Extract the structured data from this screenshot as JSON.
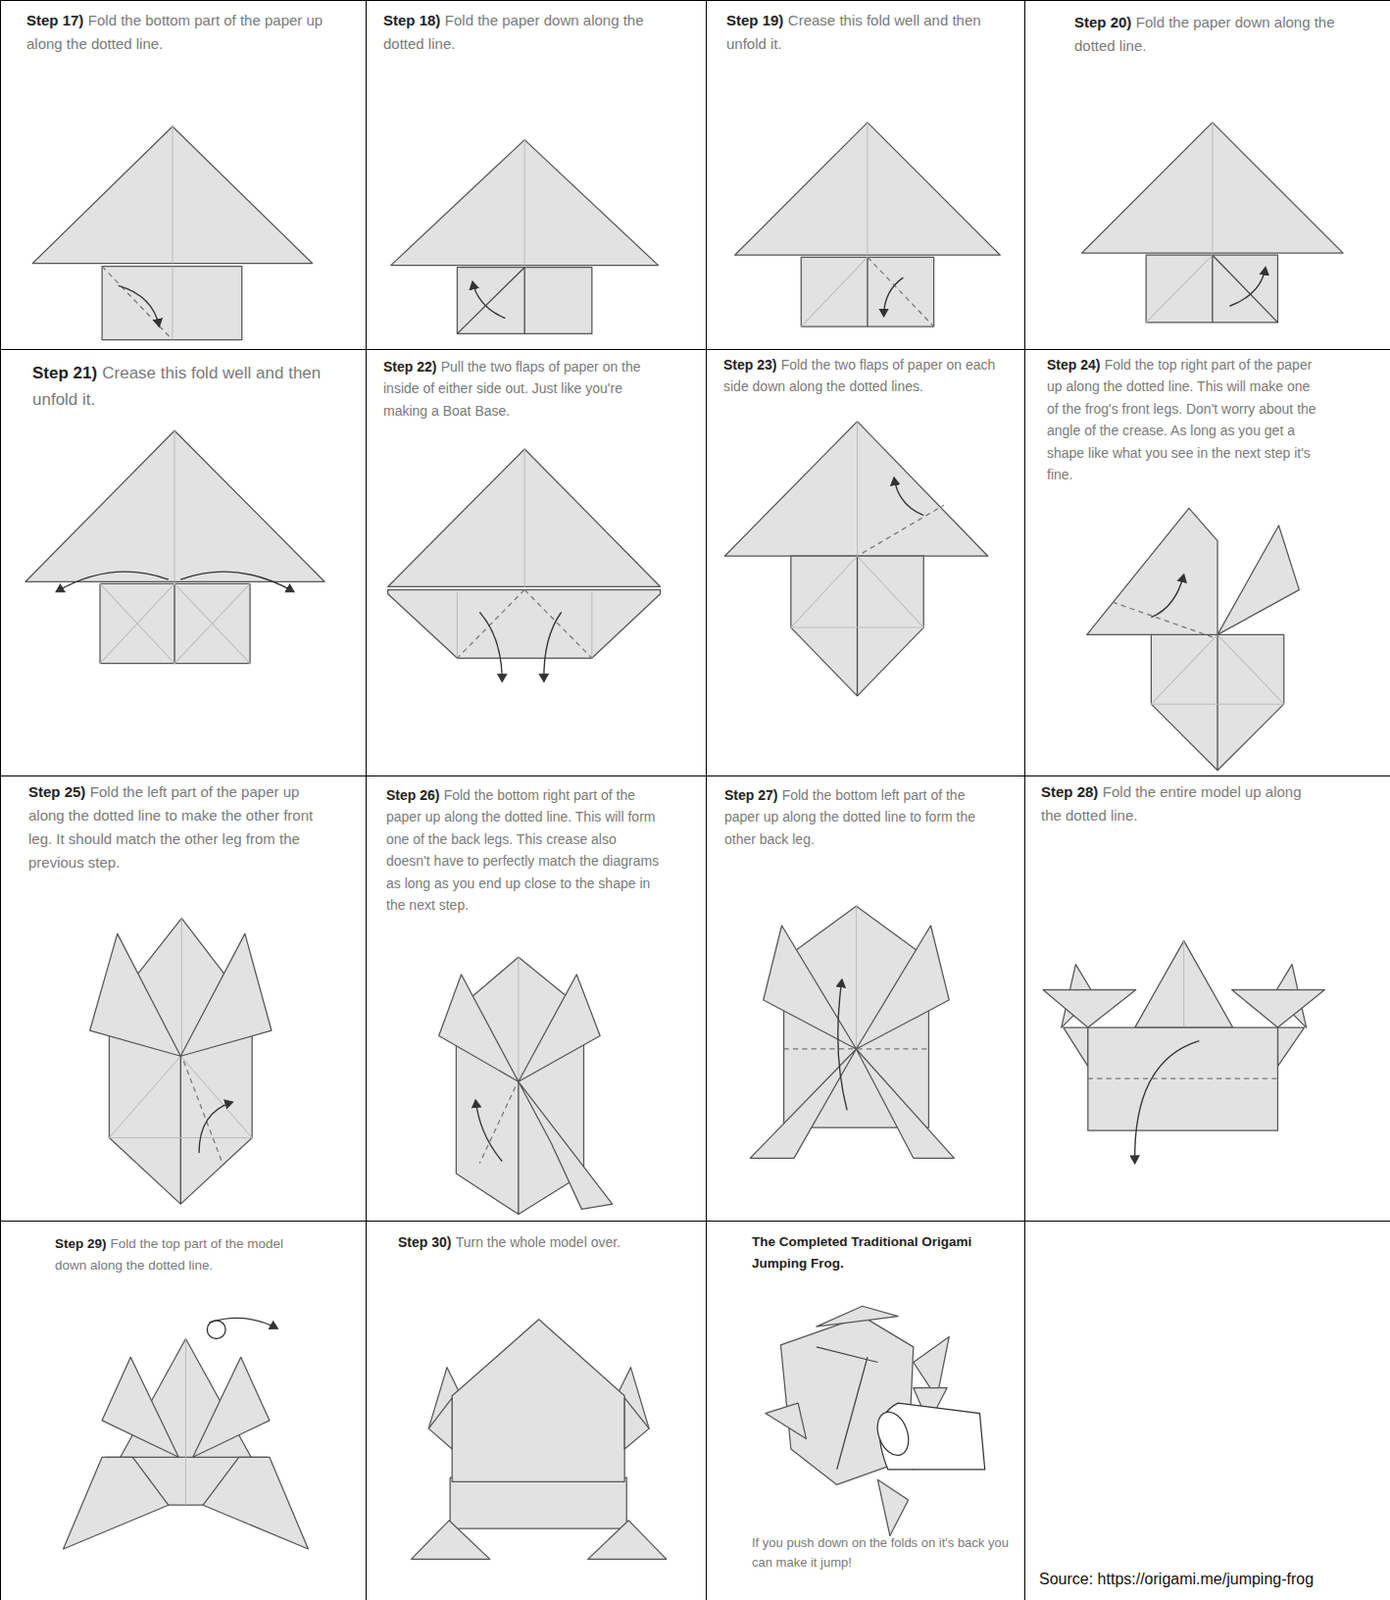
{
  "diagram": {
    "nodes": [
      {
        "text": [
          "Step 17)",
          "Fold the bottom part of the paper up along the dotted line."
        ]
      },
      {
        "text": [
          "Step 18)",
          "Fold the paper down along the dotted line."
        ]
      },
      {
        "text": [
          "Step 19)",
          "Crease this fold well and then unfold it."
        ]
      },
      {
        "text": [
          "Step 20)",
          "Fold the paper down along the dotted line."
        ]
      },
      {
        "text": [
          "Step 21)",
          "Crease this fold well and then unfold it."
        ]
      },
      {
        "text": [
          "Step 22)",
          "Pull the two flaps of paper on the inside of either side out. Just like you're making a Boat Base."
        ]
      },
      {
        "text": [
          "Step 23)",
          "Fold the two flaps of paper on each side down along the dotted lines."
        ]
      },
      {
        "text": [
          "Step 24)",
          "Fold the top right part of the paper up along the dotted line. This will make one of the frog's front legs. Don't worry about the angle of the crease. As long as you get a shape like what you see in the next step it's fine."
        ]
      },
      {
        "text": [
          "Step 25)",
          "Fold the left part of the paper up along the dotted line to make the other front leg. It should match the other leg from the previous step."
        ]
      },
      {
        "text": [
          "Step 26)",
          "Fold the bottom right part of the paper up along the dotted line. This will form one of the back legs. This crease also doesn't have to perfectly match the diagrams as long as you end up close to the shape in the next step."
        ]
      },
      {
        "text": [
          "Step 27)",
          "Fold the bottom left part of the paper up along the dotted line to form the other back leg."
        ]
      },
      {
        "text": [
          "Step 28)",
          "Fold the entire model up along the dotted line."
        ]
      },
      {
        "text": [
          "Step 29)",
          "Fold the top part of the model down along the dotted line."
        ]
      },
      {
        "text": [
          "Step 30)",
          "Turn the whole model over."
        ]
      },
      {
        "text": [
          "The Completed Traditional Origami Jumping Frog.",
          "If you push down on the folds on it's back you can make it jump!"
        ]
      },
      {
        "text": []
      }
    ],
    "labels": [
      "Source: https://origami.me/jumping-frog"
    ]
  }
}
